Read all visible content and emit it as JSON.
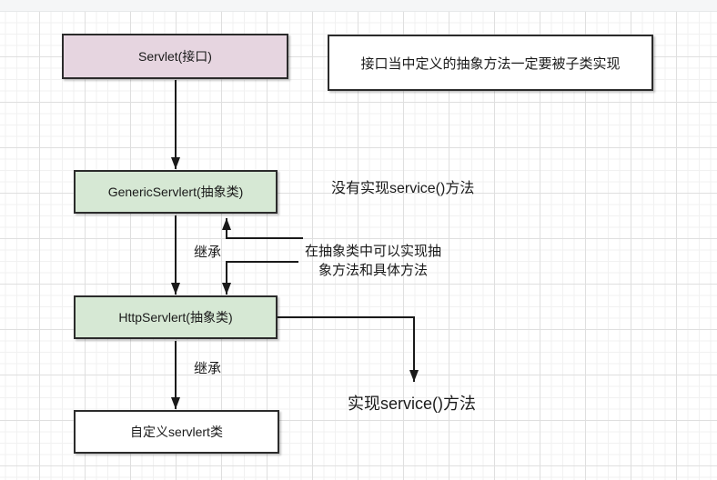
{
  "colors": {
    "interface_fill": "#e6d5e0",
    "abstract_fill": "#d6e8d4",
    "plain_fill": "#ffffff",
    "node_stroke": "#2b2b2b",
    "edge_stroke": "#1a1a1a",
    "grid_major": "#dfdfdf",
    "grid_minor": "#f1f1f1",
    "topbar_bg": "#f5f6f7"
  },
  "diagram": {
    "nodes": {
      "servlet": {
        "label": "Servlet(接口)",
        "fill": "#e6d5e0"
      },
      "interface_note": {
        "label": "接口当中定义的抽象方法一定要被子类实现",
        "fill": "#ffffff"
      },
      "generic_servlet": {
        "label": "GenericServlert(抽象类)",
        "fill": "#d6e8d4"
      },
      "http_servlet": {
        "label": "HttpServlert(抽象类)",
        "fill": "#d6e8d4"
      },
      "custom_servlet": {
        "label": "自定义servlert类",
        "fill": "#ffffff"
      }
    },
    "labels": {
      "no_service_impl": "没有实现service()方法",
      "inherit_top": "继承",
      "abstract_note": "在抽象类中可以实现抽象方法和具体方法",
      "inherit_bottom": "继承",
      "service_impl": "实现service()方法"
    },
    "connectors": [
      {
        "name": "servlet-to-generic",
        "from": "servlet",
        "to": "generic_servlet",
        "style": "arrow-down"
      },
      {
        "name": "generic-to-http",
        "from": "generic_servlet",
        "to": "http_servlet",
        "style": "arrow-down",
        "label": "继承"
      },
      {
        "name": "note-to-generic",
        "from": "abstract_note",
        "to": "generic_servlet",
        "style": "elbow-arrow-up"
      },
      {
        "name": "note-to-http",
        "from": "abstract_note",
        "to": "http_servlet",
        "style": "elbow-arrow-down"
      },
      {
        "name": "http-to-service-impl",
        "from": "http_servlet",
        "to": "service_impl",
        "style": "elbow-arrow-down"
      },
      {
        "name": "http-to-custom",
        "from": "http_servlet",
        "to": "custom_servlet",
        "style": "arrow-down",
        "label": "继承"
      }
    ]
  }
}
